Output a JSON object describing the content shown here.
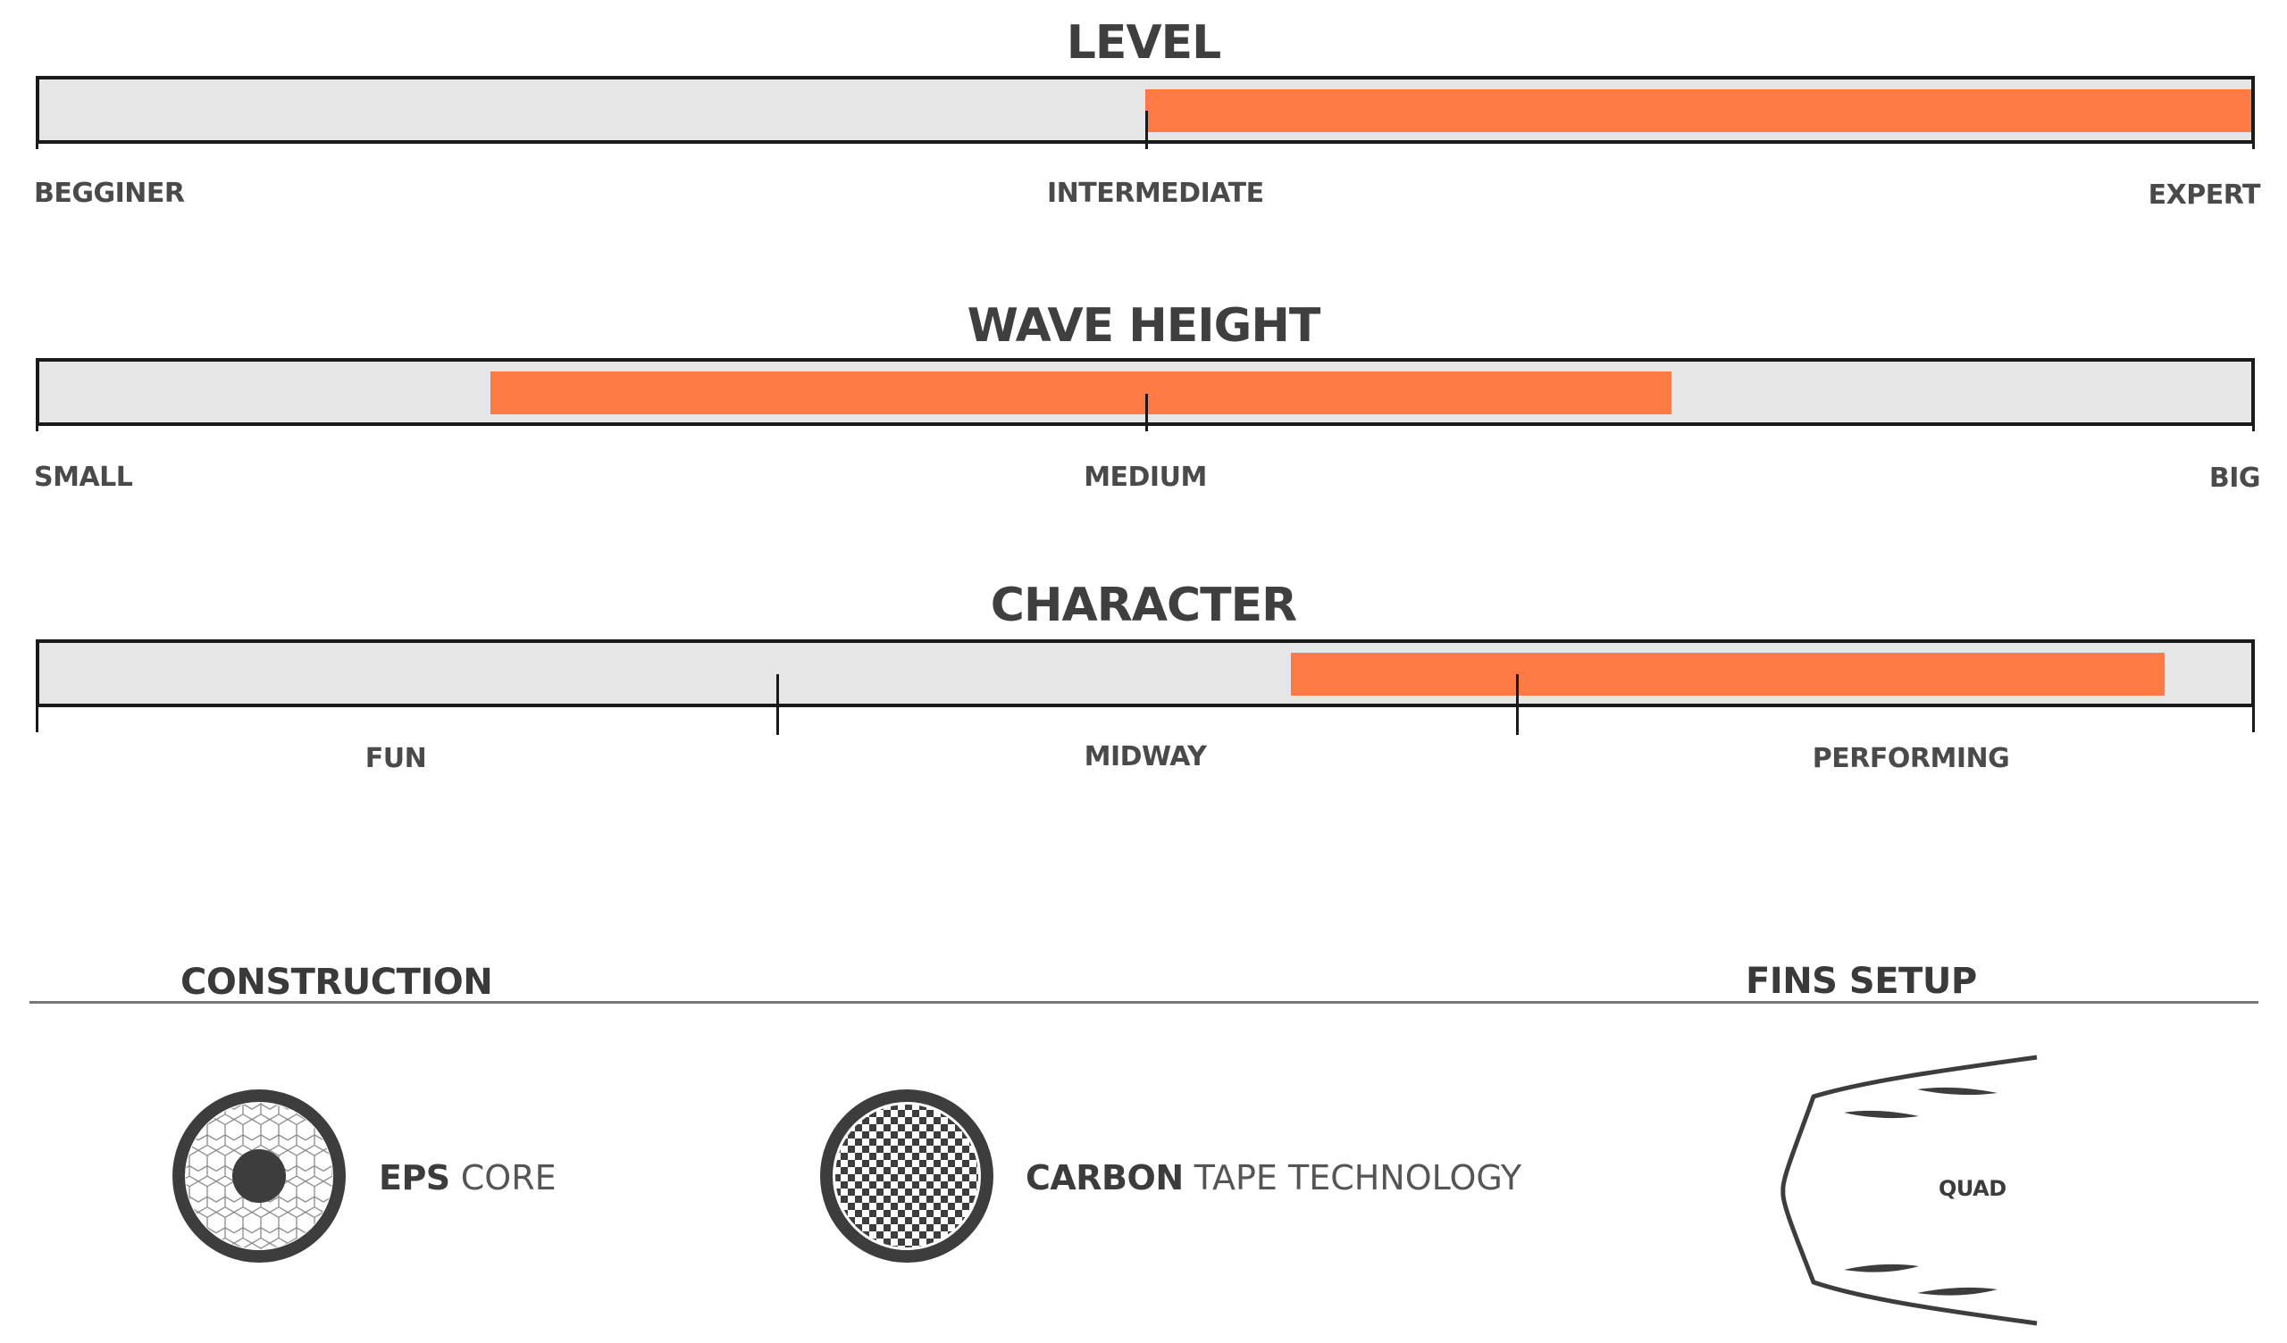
{
  "level": {
    "title": "LEVEL",
    "labels": [
      "BEGGINER",
      "INTERMEDIATE",
      "EXPERT"
    ],
    "range": [
      0.5,
      1.0
    ]
  },
  "wave_height": {
    "title": "WAVE HEIGHT",
    "labels": [
      "SMALL",
      "MEDIUM",
      "BIG"
    ],
    "range": [
      0.204,
      0.738
    ]
  },
  "character": {
    "title": "CHARACTER",
    "labels": [
      "FUN",
      "MIDWAY",
      "PERFORMING"
    ],
    "range": [
      0.566,
      0.961
    ]
  },
  "construction": {
    "title": "CONSTRUCTION",
    "items": [
      {
        "icon": "eps-core-icon",
        "strong": "EPS",
        "light": " CORE"
      },
      {
        "icon": "carbon-tape-icon",
        "strong": "CARBON",
        "light": " TAPE TECHNOLOGY"
      }
    ]
  },
  "fins": {
    "title": "FINS SETUP",
    "icon": "quad-fins-icon",
    "label": "QUAD"
  },
  "colors": {
    "accent": "#ff7b46",
    "track": "#e6e6e6",
    "text": "#3d3d3d"
  }
}
